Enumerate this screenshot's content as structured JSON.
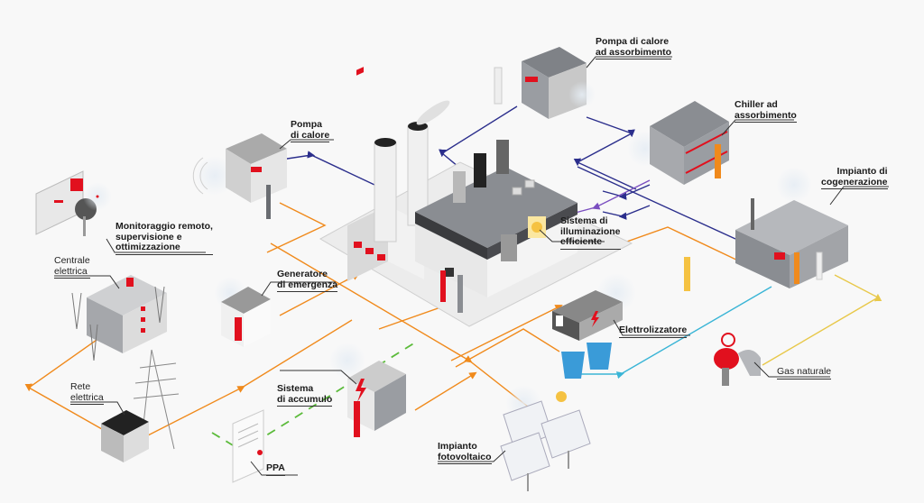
{
  "title": "Industrial energy system infographic",
  "colors": {
    "background": "#f8f8f8",
    "accent_red": "#e1101e",
    "flow_heat": "#2b2e8c",
    "flow_heat_purple": "#7b4fc0",
    "flow_electric": "#f08a1c",
    "flow_ppa": "#5cbb3b",
    "flow_gas": "#e8c84a",
    "flow_hydrogen": "#3ab5d6",
    "machine_grey": "#8a8d92",
    "machine_dark": "#3a3b3e"
  },
  "labels": {
    "pompa_calore": "Pompa\ndi calore",
    "pompa_assorbimento": "Pompa di calore\nad assorbimento",
    "chiller": "Chiller ad\nassorbimento",
    "cogenerazione": "Impianto di\ncogenerazione",
    "monitoraggio": "Monitoraggio remoto,\nsupervisione e\nottimizzazione",
    "centrale": "Centrale\nelettrica",
    "generatore": "Generatore\ndi emergenza",
    "illuminazione": "Sistema di\nilluminazione\nefficiente",
    "elettrolizzatore": "Elettrolizzatore",
    "rete": "Rete\nelettrica",
    "accumulo": "Sistema\ndi accumulo",
    "gas": "Gas naturale",
    "fotovoltaico": "Impianto\nfotovoltaico",
    "ppa": "PPA"
  },
  "components": [
    {
      "id": "factory",
      "name": "Factory"
    },
    {
      "id": "pompa_calore",
      "name": "Pompa di calore"
    },
    {
      "id": "pompa_assorbimento",
      "name": "Pompa di calore ad assorbimento"
    },
    {
      "id": "chiller",
      "name": "Chiller ad assorbimento"
    },
    {
      "id": "cogenerazione",
      "name": "Impianto di cogenerazione"
    },
    {
      "id": "monitoraggio",
      "name": "Monitoraggio remoto, supervisione e ottimizzazione"
    },
    {
      "id": "centrale",
      "name": "Centrale elettrica"
    },
    {
      "id": "generatore",
      "name": "Generatore di emergenza"
    },
    {
      "id": "illuminazione",
      "name": "Sistema di illuminazione efficiente"
    },
    {
      "id": "elettrolizzatore",
      "name": "Elettrolizzatore"
    },
    {
      "id": "rete",
      "name": "Rete elettrica"
    },
    {
      "id": "accumulo",
      "name": "Sistema di accumulo"
    },
    {
      "id": "gas",
      "name": "Gas naturale"
    },
    {
      "id": "fotovoltaico",
      "name": "Impianto fotovoltaico"
    },
    {
      "id": "ppa",
      "name": "PPA"
    }
  ],
  "flows": [
    {
      "from": "pompa_calore",
      "to": "factory",
      "type": "heat"
    },
    {
      "from": "pompa_assorbimento",
      "to": "factory",
      "type": "heat"
    },
    {
      "from": "chiller",
      "to": "factory",
      "type": "heat"
    },
    {
      "from": "cogenerazione",
      "to": "factory",
      "type": "heat"
    },
    {
      "from": "rete",
      "to": "factory",
      "type": "electric"
    },
    {
      "from": "centrale",
      "to": "rete",
      "type": "electric"
    },
    {
      "from": "generatore",
      "to": "factory",
      "type": "electric"
    },
    {
      "from": "fotovoltaico",
      "to": "factory",
      "type": "electric"
    },
    {
      "from": "accumulo",
      "to": "factory",
      "type": "electric"
    },
    {
      "from": "cogenerazione",
      "to": "factory",
      "type": "electric"
    },
    {
      "from": "elettrolizzatore",
      "to": "cogenerazione",
      "type": "hydrogen"
    },
    {
      "from": "gas",
      "to": "cogenerazione",
      "type": "gas"
    },
    {
      "from": "ppa",
      "to": "factory",
      "type": "ppa"
    }
  ]
}
